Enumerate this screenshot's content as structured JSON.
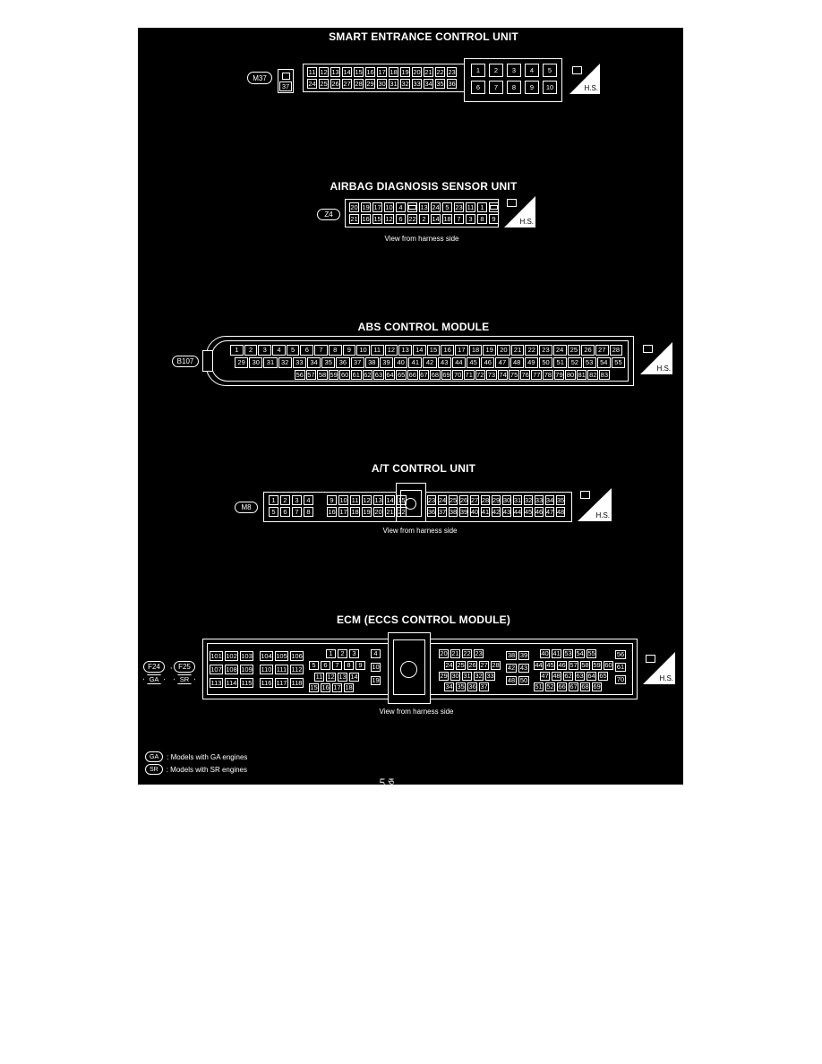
{
  "smart": {
    "title": "SMART ENTRANCE CONTROL UNIT",
    "tag": "M37",
    "small_connector": "37",
    "rows": [
      [
        "11",
        "12",
        "13",
        "14",
        "15",
        "16",
        "17",
        "18",
        "19",
        "20",
        "21",
        "22",
        "23"
      ],
      [
        "24",
        "25",
        "26",
        "27",
        "28",
        "29",
        "30",
        "31",
        "32",
        "33",
        "34",
        "35",
        "36"
      ]
    ],
    "right_rows": [
      [
        "1",
        "2",
        "3",
        "4",
        "5"
      ],
      [
        "6",
        "7",
        "8",
        "9",
        "10"
      ]
    ]
  },
  "airbag": {
    "title": "AIRBAG DIAGNOSIS SENSOR UNIT",
    "tag": "Z4",
    "rows": [
      [
        "20",
        "19",
        "17",
        "10",
        "4",
        "",
        "13",
        "24",
        "5",
        "23",
        "11",
        "1"
      ],
      [
        "21",
        "16",
        "15",
        "12",
        "6",
        "22",
        "2",
        "14",
        "18",
        "7",
        "3",
        "8",
        "9"
      ]
    ],
    "caption": "View from harness side"
  },
  "abs": {
    "title": "ABS CONTROL MODULE",
    "tag": "B107",
    "row1": [
      "1",
      "2",
      "3",
      "4",
      "5",
      "6",
      "7",
      "8",
      "9",
      "10",
      "11",
      "12",
      "13",
      "14",
      "15",
      "16",
      "17",
      "18",
      "19",
      "20",
      "21",
      "22",
      "23",
      "24",
      "25",
      "26",
      "27",
      "28"
    ],
    "row2": [
      "29",
      "30",
      "31",
      "32",
      "33",
      "34",
      "35",
      "36",
      "37",
      "38",
      "39",
      "40",
      "41",
      "42",
      "43",
      "44",
      "45",
      "46",
      "47",
      "48",
      "49",
      "50",
      "51",
      "52",
      "53",
      "54",
      "55"
    ],
    "row3": [
      "56",
      "57",
      "58",
      "59",
      "60",
      "61",
      "62",
      "63",
      "64",
      "65",
      "66",
      "67",
      "68",
      "69",
      "70",
      "71",
      "72",
      "73",
      "74",
      "75",
      "76",
      "77",
      "78",
      "79",
      "80",
      "81",
      "82",
      "83"
    ]
  },
  "at": {
    "title": "A/T CONTROL UNIT",
    "tag": "M8",
    "left_rows": [
      [
        "1",
        "2",
        "3",
        "4",
        "",
        "9",
        "10",
        "11",
        "12",
        "13",
        "14",
        "15"
      ],
      [
        "5",
        "6",
        "7",
        "8",
        "",
        "16",
        "17",
        "18",
        "19",
        "20",
        "21",
        "22"
      ]
    ],
    "right_rows": [
      [
        "23",
        "24",
        "25",
        "26",
        "27",
        "28",
        "29",
        "30",
        "31",
        "32",
        "33",
        "34",
        "35"
      ],
      [
        "36",
        "37",
        "38",
        "39",
        "40",
        "41",
        "42",
        "43",
        "44",
        "45",
        "46",
        "47",
        "48"
      ]
    ],
    "caption": "View from harness side"
  },
  "ecm": {
    "title": "ECM (ECCS CONTROL MODULE)",
    "tags": [
      "F24",
      "F25"
    ],
    "tag_sep": ",",
    "engine_tags": [
      "GA",
      "SR"
    ],
    "groups": {
      "g1": [
        "101",
        "102",
        "103",
        "107",
        "108",
        "109",
        "113",
        "114",
        "115"
      ],
      "g2": [
        "104",
        "105",
        "106",
        "110",
        "111",
        "112",
        "116",
        "117",
        "118"
      ],
      "g3a": [
        "1",
        "2",
        "3"
      ],
      "g3b": [
        "5",
        "6",
        "7",
        "8",
        "9"
      ],
      "g3c": [
        "11",
        "12",
        "13",
        "14"
      ],
      "g3d": [
        "15",
        "16",
        "17",
        "18"
      ],
      "g4": [
        "4",
        "10",
        "19"
      ],
      "g5a": [
        "20",
        "21",
        "22",
        "23"
      ],
      "g5b": [
        "24",
        "25",
        "26",
        "27",
        "28"
      ],
      "g5c": [
        "29",
        "30",
        "31",
        "32",
        "33"
      ],
      "g5d": [
        "34",
        "35",
        "36",
        "37"
      ],
      "g6": [
        "38",
        "39",
        "42",
        "43",
        "48",
        "50"
      ],
      "g7a": [
        "40",
        "41",
        "53",
        "54",
        "55"
      ],
      "g7b": [
        "44",
        "45",
        "46",
        "57",
        "58",
        "59",
        "60"
      ],
      "g7c": [
        "47",
        "48",
        "62",
        "63",
        "64",
        "65"
      ],
      "g7d": [
        "51",
        "52",
        "66",
        "67",
        "68",
        "69"
      ],
      "g8": [
        "56",
        "61",
        "70"
      ]
    },
    "caption": "View from harness side"
  },
  "hs_label": "H.S.",
  "legend": [
    {
      "tag": "GA",
      "text": ": Models with GA engines"
    },
    {
      "tag": "SR",
      "text": ": Models with SR engines"
    }
  ],
  "footer_mark": "ད ཅ"
}
